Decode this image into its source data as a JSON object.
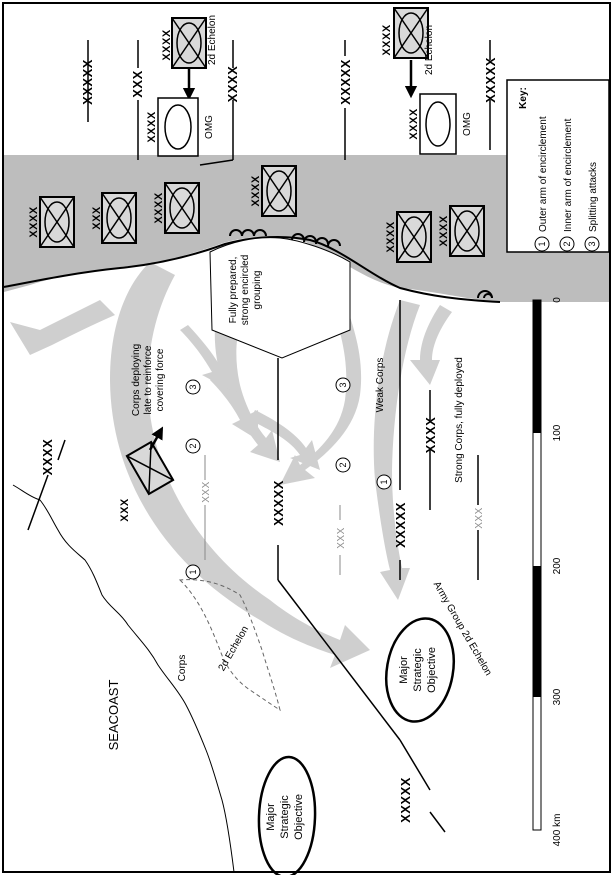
{
  "title": "",
  "key": {
    "heading": "Key:",
    "items": [
      {
        "num": "1",
        "text": "Outer arm of encirclement"
      },
      {
        "num": "2",
        "text": "Inner arm of encirclement"
      },
      {
        "num": "3",
        "text": "Splitting attacks"
      }
    ]
  },
  "places": {
    "seacoast": "SEACOAST",
    "objective_large": [
      "Major",
      "Strategic",
      "Objective"
    ],
    "objective_right": [
      "Major",
      "Strategic",
      "Objective"
    ]
  },
  "unit_labels": {
    "army_group": "XXXXX",
    "army": "XXXX",
    "corps": "XXX",
    "echelon_2d_top": "2d Echelon",
    "omg": "OMG",
    "army_group_2d_echelon": "Army Group 2d Echelon",
    "corps_dashed": "Corps",
    "echelon_2d_dashed": "2d Echelon"
  },
  "annotations": {
    "fully_prepared": [
      "Fully prepared,",
      "strong encircled",
      "grouping"
    ],
    "corps_deploying": [
      "Corps deploying",
      "late to reinforce",
      "covering force"
    ],
    "weak_corps": "Weak Corps",
    "strong_corps": "Strong Corps, fully deployed"
  },
  "markers": [
    "1",
    "2",
    "3",
    "2",
    "3",
    "1"
  ],
  "scale": {
    "unit": "km",
    "ticks": [
      "0",
      "100",
      "200",
      "300",
      "400 km"
    ]
  },
  "colors": {
    "shade": "#b8b8b8",
    "arrow": "#cfcfcf",
    "ink": "#000000",
    "background": "#ffffff"
  }
}
